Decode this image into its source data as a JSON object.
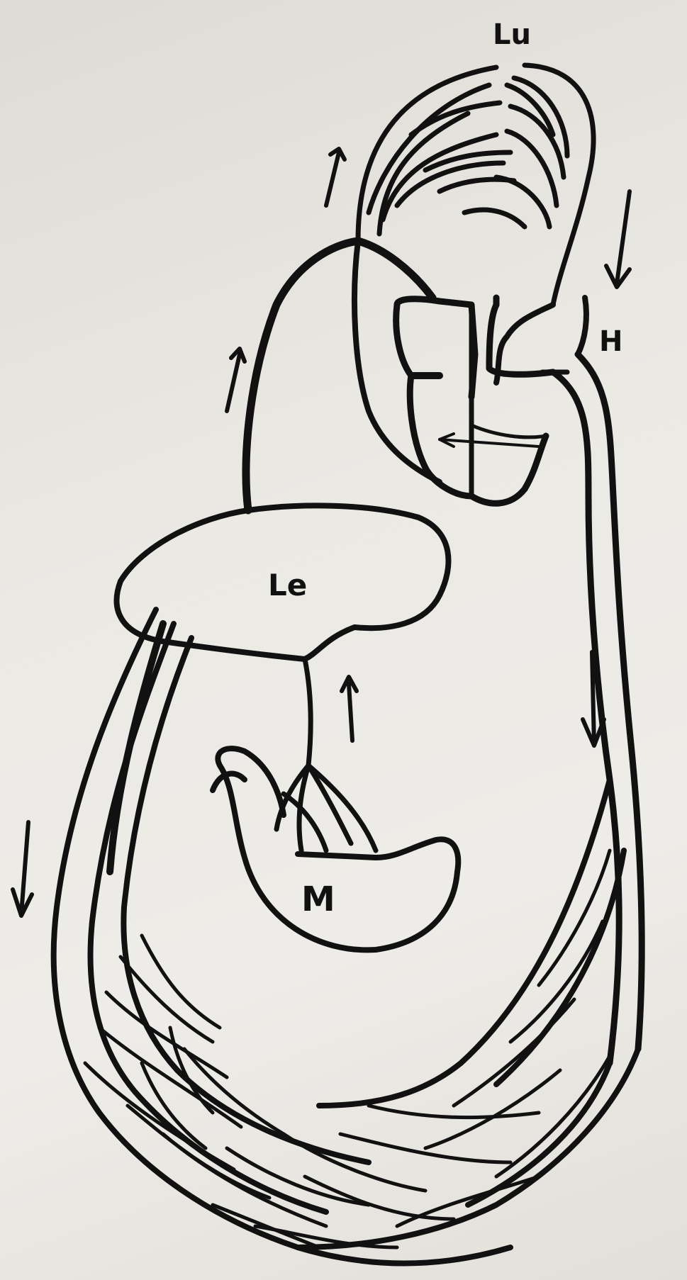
{
  "labels": {
    "lungs": "Lu",
    "heart": "H",
    "liver": "Le",
    "stomach": "M"
  },
  "colors": {
    "ink": "#111111",
    "paper": "#e9e7e2"
  },
  "flow_directions": {
    "pulmonary_artery": "up",
    "pulmonary_vein": "down",
    "vena_cava": "up",
    "portal_vein": "up",
    "aorta": "down",
    "body_return": "down"
  }
}
